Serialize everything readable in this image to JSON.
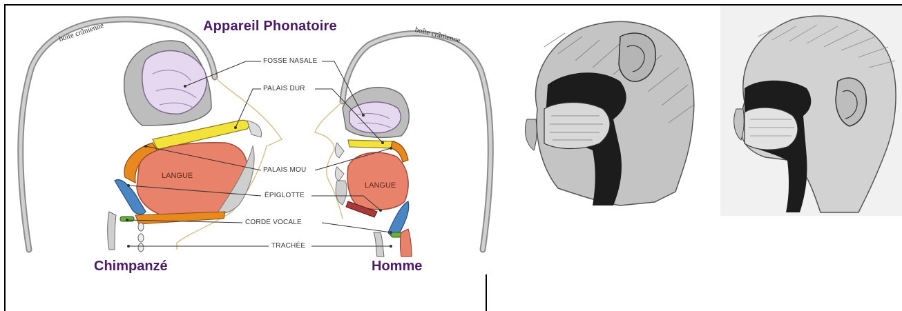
{
  "diagram": {
    "title": "Appareil Phonatoire",
    "left_caption": "Chimpanzé",
    "right_caption": "Homme",
    "skull_label_left": "boîte crânienne",
    "skull_label_right": "boîte crânienne",
    "tongue_label_left": "LANGUE",
    "tongue_label_right": "LANGUE",
    "labels": {
      "fosse_nasale": "FOSSE NASALE",
      "palais_dur": "PALAIS DUR",
      "palais_mou": "PALAIS MOU",
      "epiglotte": "ÉPIGLOTTE",
      "corde_vocale": "CORDE  VOCALE",
      "trachee": "TRACHÉE"
    }
  },
  "colors": {
    "title": "#4b1b66",
    "tongue": "#e8826a",
    "nasal_fossa": "#e6d8ee",
    "hard_palate": "#f2e23a",
    "soft_palate": "#e8891e",
    "epiglottis": "#4b86c4",
    "vocal_cord": "#6cae3a",
    "bone": "#c8c8c8"
  }
}
